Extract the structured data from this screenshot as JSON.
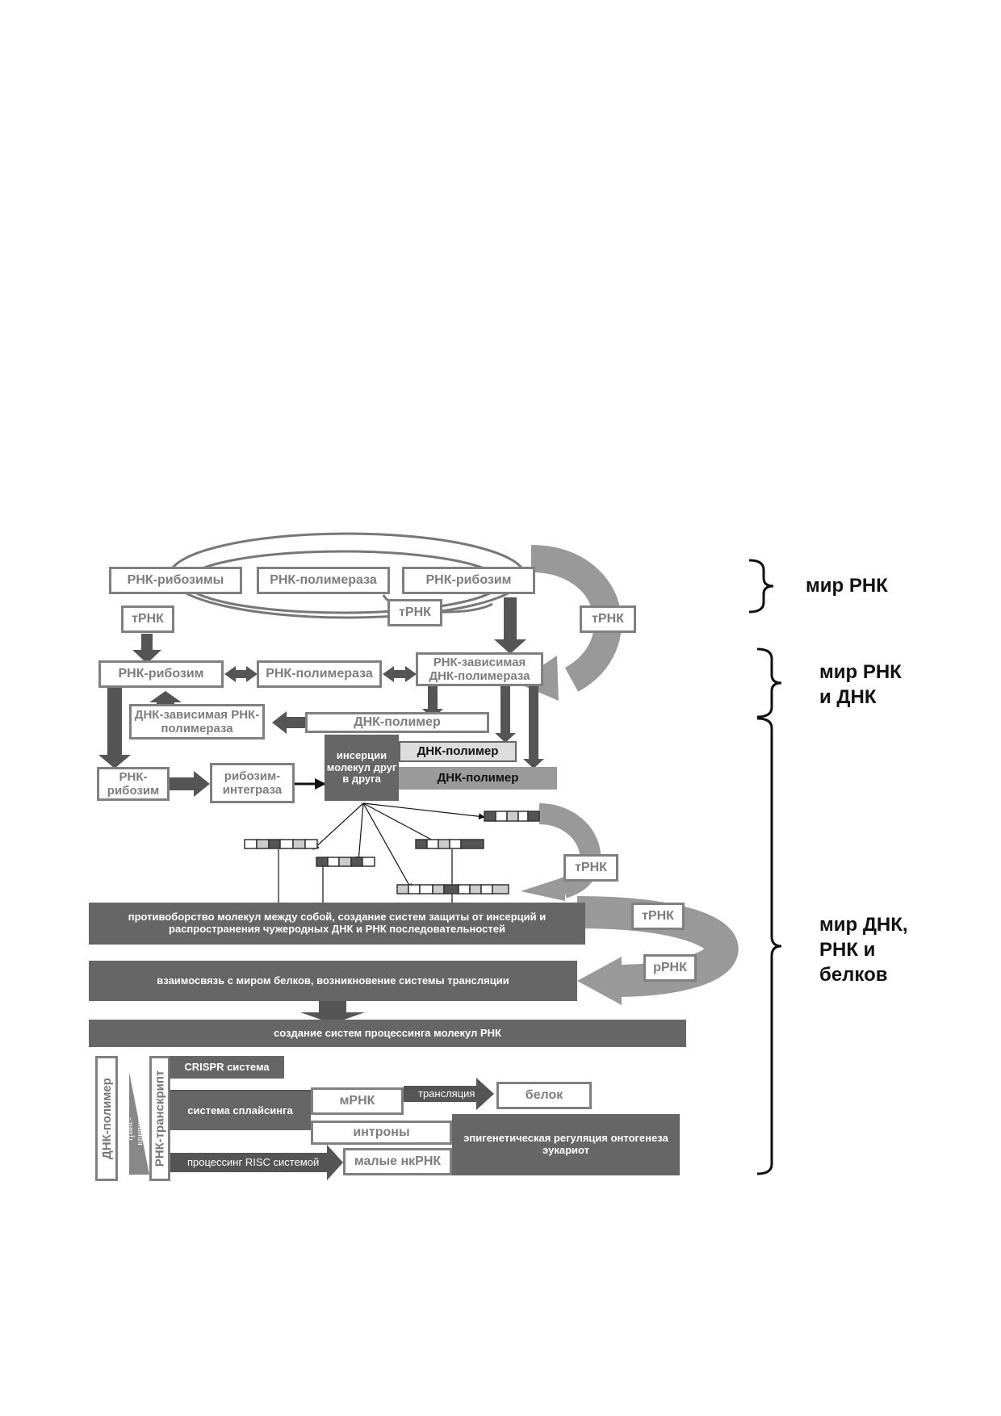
{
  "diagram": {
    "nodes": {
      "rna_ribozymes": "РНК-рибозимы",
      "rna_polymerase_top": "РНК-полимераза",
      "rna_ribozyme_top": "РНК-рибозим",
      "trna_left": "тРНК",
      "trna_mid": "тРНК",
      "trna_right": "тРНК",
      "rna_ribozyme_mid": "РНК-рибозим",
      "rna_polymerase_mid": "РНК-полимераза",
      "rna_dependent_dna_polymerase": "РНК-зависимая ДНК-полимераза",
      "dna_dependent_rna_polymerase": "ДНК-зависимая РНК-полимераза",
      "dna_polymer_outline": "ДНК-полимер",
      "dna_polymer_light": "ДНК-полимер",
      "dna_polymer_medium": "ДНК-полимер",
      "insertion": "инсерции молекул друг в друга",
      "rna_ribozyme_low": "РНК-рибозим",
      "ribozyme_integrase": "рибозим-интеграза",
      "trna_arc1": "тРНК",
      "trna_arc2": "тРНК",
      "rrna_arc": "рРНК",
      "opposition": "противоборство молекул между собой, создание систем защиты от инсерций и распространения чужеродных ДНК и РНК последовательностей",
      "protein_link": "взаимосвязь с миром белков, возникновение системы трансляции",
      "processing": "создание систем процессинга молекул РНК",
      "dna_polymer_vertical": "ДНК-полимер",
      "transcription": "транс-крипция",
      "rna_transcript": "РНК-транскрипт",
      "crispr": "CRISPR система",
      "splicing": "система сплайсинга",
      "risc": "процессинг RISC системой",
      "mrna": "мРНК",
      "translation": "трансляция",
      "protein": "белок",
      "introns": "интроны",
      "small_ncrna": "малые нкРНК",
      "epigenetic": "эпигенетическая регуляция онтогенеза эукариот"
    },
    "worlds": {
      "rna": "мир РНК",
      "rna_dna_line1": "мир РНК",
      "rna_dna_line2": "и ДНК",
      "dna_rna_protein_line1": "мир ДНК,",
      "dna_rna_protein_line2": "РНК и",
      "dna_rna_protein_line3": "белков"
    }
  }
}
